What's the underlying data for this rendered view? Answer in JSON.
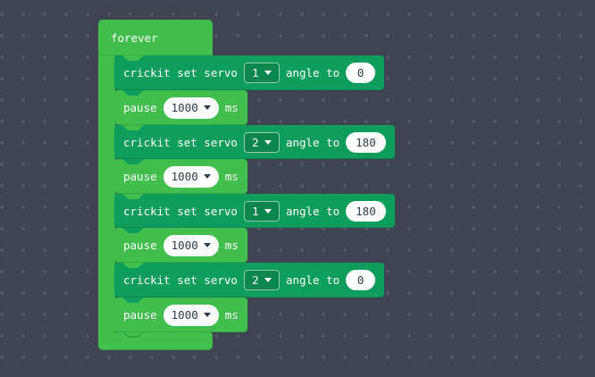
{
  "colors": {
    "workspace_bg": "#3E4551",
    "dot": "#5A6370",
    "green": "#41BE4D",
    "green_dark": "#2FA63C",
    "teal": "#0F9D5D",
    "field_text": "#2C3E50",
    "white": "#FFFFFF"
  },
  "forever_block": {
    "label": "forever"
  },
  "blocks": [
    {
      "kind": "crickit",
      "prefix": "crickit set servo",
      "servo": "1",
      "mid": "angle to",
      "angle": "0"
    },
    {
      "kind": "pause",
      "prefix": "pause",
      "duration": "1000",
      "suffix": "ms"
    },
    {
      "kind": "crickit",
      "prefix": "crickit set servo",
      "servo": "2",
      "mid": "angle to",
      "angle": "180"
    },
    {
      "kind": "pause",
      "prefix": "pause",
      "duration": "1000",
      "suffix": "ms"
    },
    {
      "kind": "crickit",
      "prefix": "crickit set servo",
      "servo": "1",
      "mid": "angle to",
      "angle": "180"
    },
    {
      "kind": "pause",
      "prefix": "pause",
      "duration": "1000",
      "suffix": "ms"
    },
    {
      "kind": "crickit",
      "prefix": "crickit set servo",
      "servo": "2",
      "mid": "angle to",
      "angle": "0"
    },
    {
      "kind": "pause",
      "prefix": "pause",
      "duration": "1000",
      "suffix": "ms"
    }
  ]
}
